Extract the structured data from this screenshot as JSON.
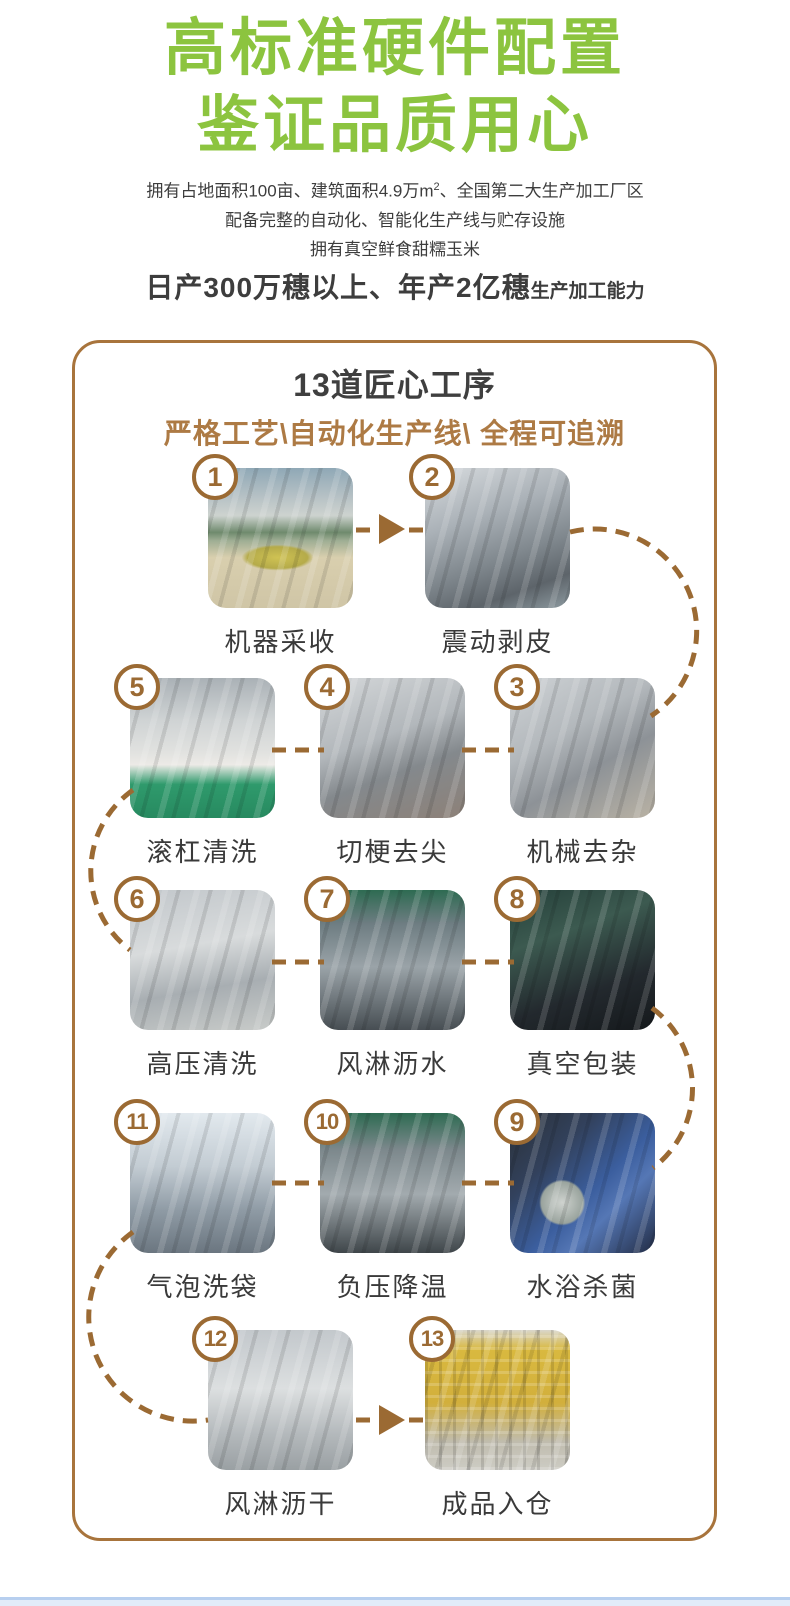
{
  "header": {
    "title_line1": "高标准硬件配置",
    "title_line2": "鉴证品质用心",
    "subtitle_line1_pre": "拥有占地面积100亩、建筑面积4.9万m",
    "subtitle_line1_sup": "2",
    "subtitle_line1_post": "、全国第二大生产加工厂区",
    "subtitle_line2": "配备完整的自动化、智能化生产线与贮存设施",
    "subtitle_line3": "拥有真空鲜食甜糯玉米",
    "capacity_bold": "日产300万穗以上、年产2亿穗",
    "capacity_suffix": "生产加工能力"
  },
  "process_card": {
    "title": "13道匠心工序",
    "subtitle": "严格工艺\\自动化生产线\\ 全程可追溯",
    "steps": [
      {
        "num": "1",
        "label": "机器采收",
        "photo": "machine-harvest"
      },
      {
        "num": "2",
        "label": "震动剥皮",
        "photo": "vibration-peeling"
      },
      {
        "num": "3",
        "label": "机械去杂",
        "photo": "mechanical-impurity-removal"
      },
      {
        "num": "4",
        "label": "切梗去尖",
        "photo": "stem-cutting-tip-removal"
      },
      {
        "num": "5",
        "label": "滚杠清洗",
        "photo": "roller-washing"
      },
      {
        "num": "6",
        "label": "高压清洗",
        "photo": "high-pressure-washing"
      },
      {
        "num": "7",
        "label": "风淋沥水",
        "photo": "air-shower-draining"
      },
      {
        "num": "8",
        "label": "真空包装",
        "photo": "vacuum-packaging"
      },
      {
        "num": "9",
        "label": "水浴杀菌",
        "photo": "water-bath-sterilization"
      },
      {
        "num": "10",
        "label": "负压降温",
        "photo": "negative-pressure-cooling"
      },
      {
        "num": "11",
        "label": "气泡洗袋",
        "photo": "bubble-bag-washing"
      },
      {
        "num": "12",
        "label": "风淋沥干",
        "photo": "air-shower-drying"
      },
      {
        "num": "13",
        "label": "成品入仓",
        "photo": "finished-product-warehousing"
      }
    ]
  },
  "colors": {
    "accent_green": "#8cc43f",
    "flow_brown": "#9b6a33",
    "card_border_brown": "#a8743c",
    "text_dark": "#3d3d3d"
  }
}
